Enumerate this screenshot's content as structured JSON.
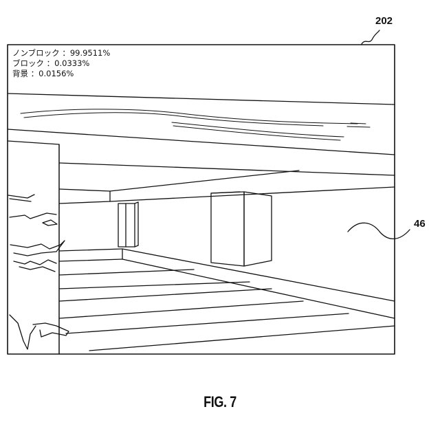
{
  "labels": {
    "screen_ref": "202",
    "wall_ref": "46"
  },
  "overlay": {
    "lines": [
      {
        "label": "ノンブロック",
        "sep": "：",
        "value": "99.9511%"
      },
      {
        "label": "ブロック",
        "sep": "：",
        "value": "0.0333%"
      },
      {
        "label": "背景",
        "sep": "：",
        "value": "0.0156%"
      }
    ]
  },
  "caption": "FIG. 7",
  "colors": {
    "line": "#111111",
    "background": "#ffffff"
  }
}
